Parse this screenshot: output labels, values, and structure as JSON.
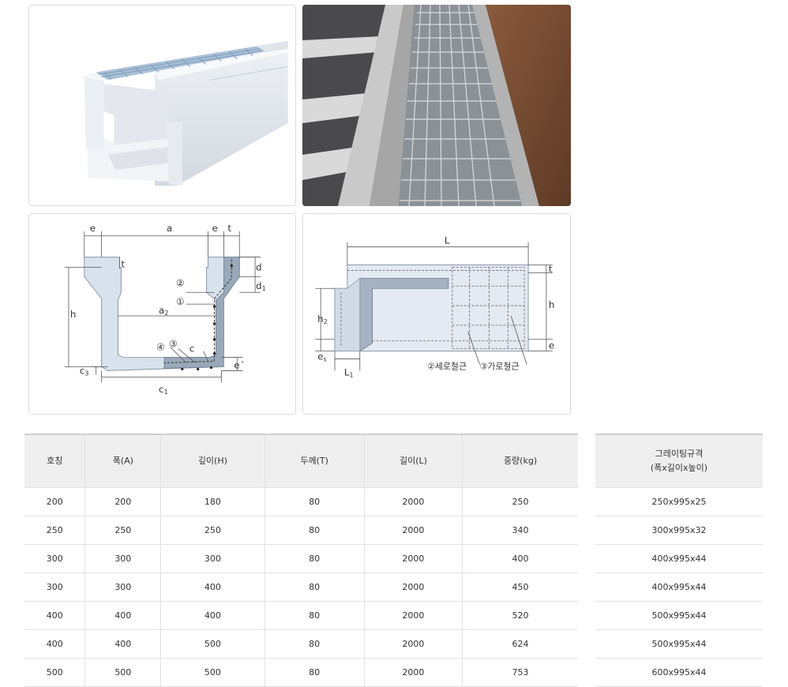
{
  "diagram_section": {
    "labels": {
      "e": "e",
      "a": "a",
      "t": "t",
      "d": "d",
      "d1": "d",
      "h": "h",
      "a2": "a",
      "c": "c",
      "c1": "c",
      "c3": "c",
      "e_prime": "e´",
      "n1": "①",
      "n2": "②",
      "n3": "③",
      "n4": "④"
    },
    "labels_sub": {
      "d1": "1",
      "a2": "2",
      "c1": "1",
      "c3": "3"
    }
  },
  "diagram_side": {
    "labels": {
      "L": "L",
      "t": "t",
      "h": "h",
      "h2": "h",
      "e": "e",
      "es": "e",
      "L1": "L",
      "rebar_vertical": "②세로철근",
      "rebar_horizontal": "③가로철근"
    },
    "labels_sub": {
      "h2": "2",
      "es": "s",
      "L1": "1"
    }
  },
  "table": {
    "headers": [
      "호칭",
      "폭(A)",
      "깊이(H)",
      "두께(T)",
      "길이(L)",
      "중량(kg)"
    ],
    "rows": [
      [
        "200",
        "200",
        "180",
        "80",
        "2000",
        "250"
      ],
      [
        "250",
        "250",
        "250",
        "80",
        "2000",
        "340"
      ],
      [
        "300",
        "300",
        "300",
        "80",
        "2000",
        "400"
      ],
      [
        "300",
        "300",
        "400",
        "80",
        "2000",
        "450"
      ],
      [
        "400",
        "400",
        "400",
        "80",
        "2000",
        "520"
      ],
      [
        "400",
        "400",
        "500",
        "80",
        "2000",
        "624"
      ],
      [
        "500",
        "500",
        "500",
        "80",
        "2000",
        "753"
      ]
    ]
  },
  "grating": {
    "header_line1": "그레이팅규격",
    "header_line2": "(폭x길이x높이)",
    "rows": [
      "250x995x25",
      "300x995x32",
      "400x995x44",
      "400x995x44",
      "500x995x44",
      "500x995x44",
      "600x995x44"
    ]
  }
}
